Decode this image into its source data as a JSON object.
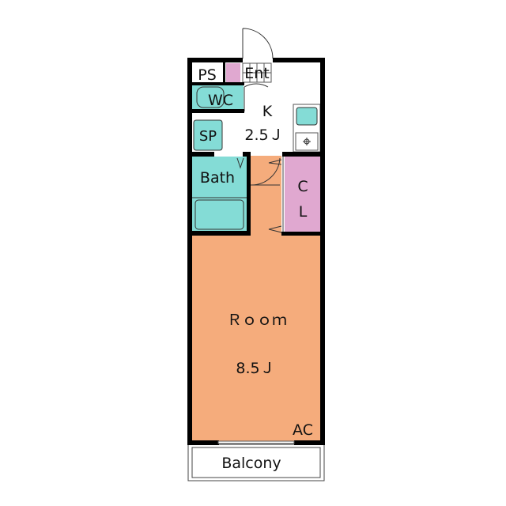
{
  "labels": {
    "ps": "PS",
    "entrance": "Ent",
    "wc": "WC",
    "kitchen": "K",
    "kitchen_size": "2.5Ｊ",
    "sp": "SP",
    "bath": "Bath",
    "closet_c": "C",
    "closet_l": "L",
    "room": "Ｒｏｏｍ",
    "room_size": "8.5Ｊ",
    "ac": "AC",
    "balcony": "Balcony"
  },
  "colors": {
    "room": "#f5ac7c",
    "wet_area": "#84dcd6",
    "closet": "#e0a8d0",
    "wall": "#000000"
  }
}
